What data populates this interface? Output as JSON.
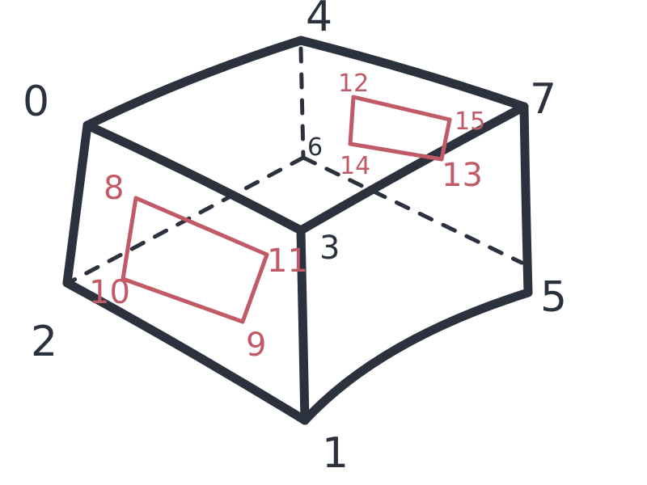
{
  "colors": {
    "background": "#ffffff",
    "frame": "#2b313d",
    "inset": "#c05a66"
  },
  "vertices": {
    "v0": "0",
    "v1": "1",
    "v2": "2",
    "v3": "3",
    "v4": "4",
    "v5": "5",
    "v6": "6",
    "v7": "7",
    "v8": "8",
    "v9": "9",
    "v10": "10",
    "v11": "11",
    "v12": "12",
    "v13": "13",
    "v14": "14",
    "v15": "15"
  }
}
